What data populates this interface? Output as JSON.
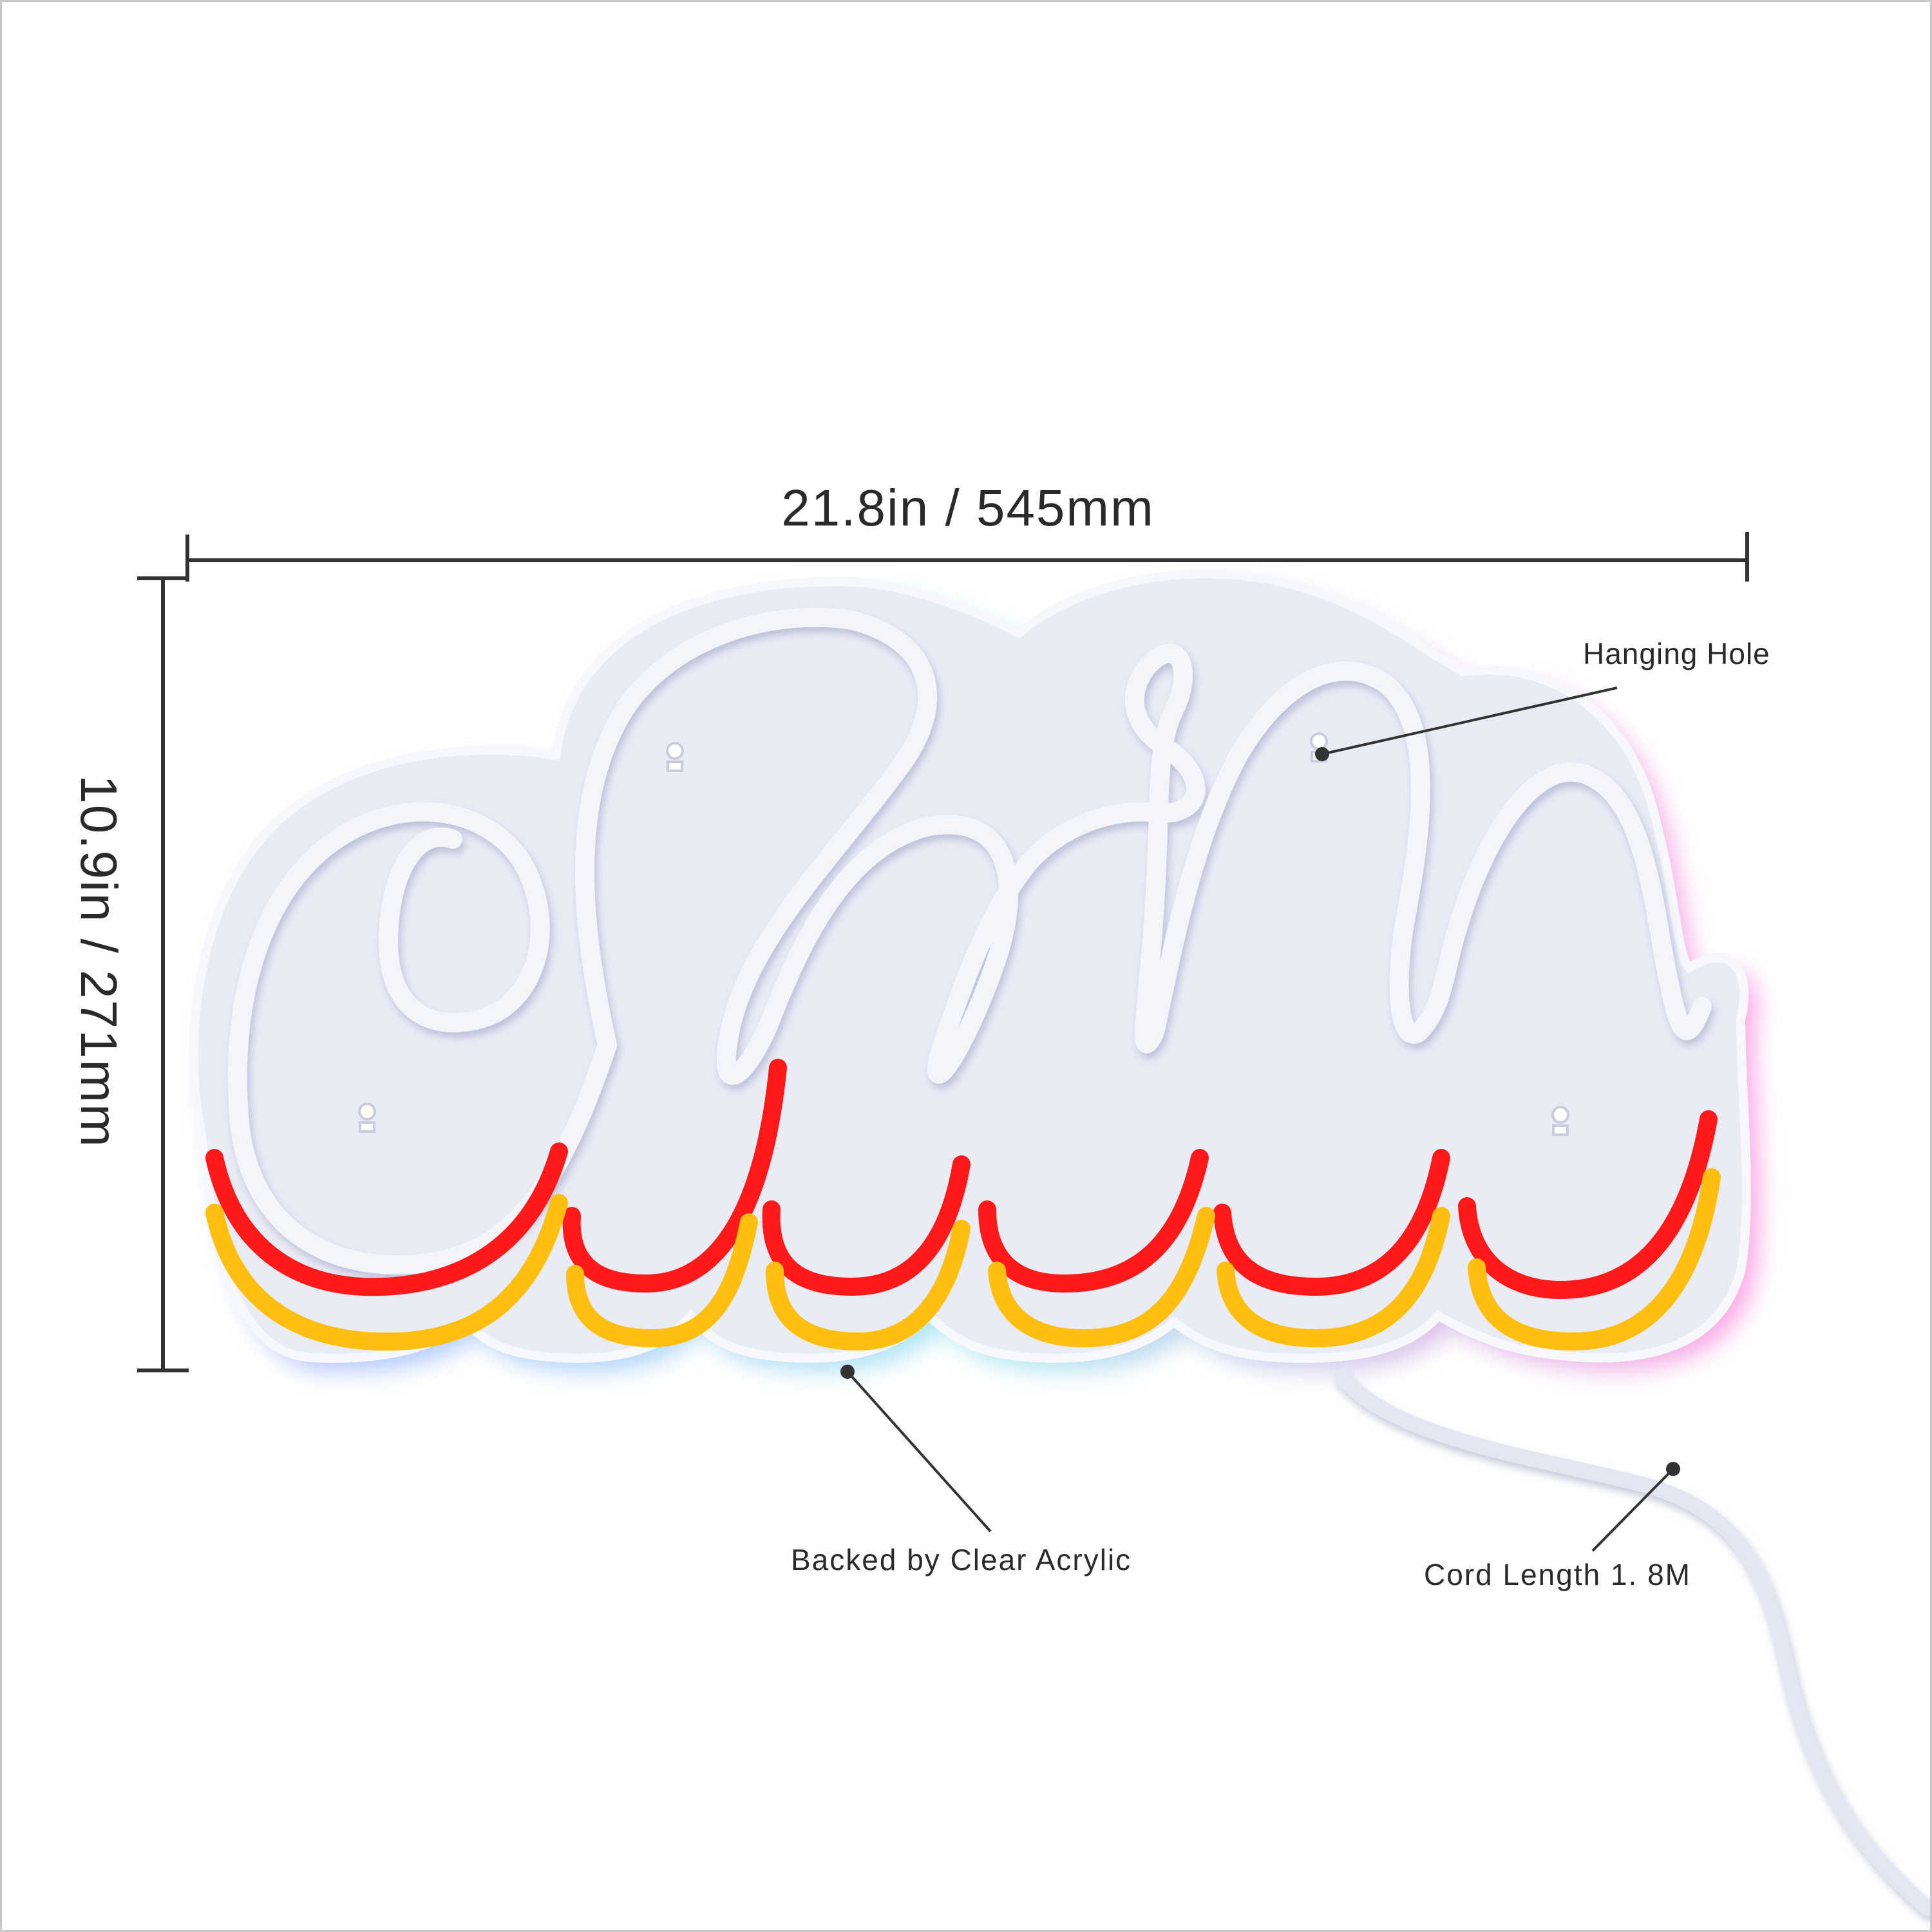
{
  "dimensions": {
    "width_label": "21.8in / 545mm",
    "height_label": "10.9in / 271mm"
  },
  "callouts": {
    "hanging_hole": "Hanging Hole",
    "backing": "Backed by Clear Acrylic",
    "cord": "Cord Length 1. 8M"
  },
  "colors": {
    "background": "#ffffff",
    "acrylic_panel": "#e9ebf5",
    "neon_tube": "#f4f5fb",
    "neon_red": "#ff1a1a",
    "neon_amber": "#ffbf10",
    "dimension_line": "#333333"
  }
}
